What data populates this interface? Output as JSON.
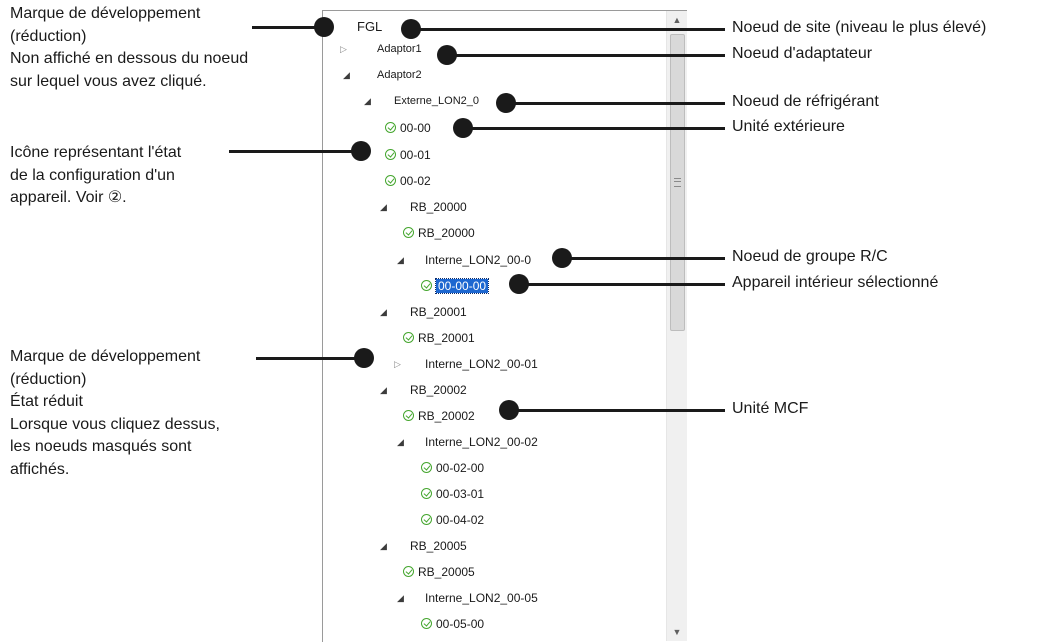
{
  "tree": {
    "root": "FGL",
    "nodes": {
      "adaptor1": "Adaptor1",
      "adaptor2": "Adaptor2",
      "externe": "Externe_LON2_0",
      "outdoor_00_00": "00-00",
      "outdoor_00_01": "00-01",
      "outdoor_00_02": "00-02",
      "rb_20000_group": "RB_20000",
      "rb_20000_unit": "RB_20000",
      "interne_00_0": "Interne_LON2_00-0",
      "indoor_selected": "00-00-00",
      "rb_20001_group": "RB_20001",
      "rb_20001_unit": "RB_20001",
      "interne_00_01": "Interne_LON2_00-01",
      "rb_20002_group": "RB_20002",
      "rb_20002_unit": "RB_20002",
      "interne_00_02": "Interne_LON2_00-02",
      "indoor_00_02_00": "00-02-00",
      "indoor_00_03_01": "00-03-01",
      "indoor_00_04_02": "00-04-02",
      "rb_20005_group": "RB_20005",
      "rb_20005_unit": "RB_20005",
      "interne_00_05": "Interne_LON2_00-05",
      "indoor_00_05_00": "00-05-00"
    }
  },
  "callouts": {
    "left1": [
      "Marque de développement",
      "(réduction)",
      "Non affiché en dessous du noeud",
      "sur lequel vous avez cliqué."
    ],
    "left2": [
      "Icône représentant l'état",
      "de la configuration d'un",
      "appareil. Voir ②."
    ],
    "left3": [
      "Marque de développement",
      "(réduction)",
      "État réduit",
      "Lorsque vous cliquez dessus,",
      "les noeuds masqués sont",
      "affichés."
    ],
    "right": {
      "site": "Noeud de site (niveau le plus élevé)",
      "adapter": "Noeud d'adaptateur",
      "refrigerant": "Noeud de réfrigérant",
      "outdoor": "Unité extérieure",
      "rc_group": "Noeud de groupe R/C",
      "selected_indoor": "Appareil intérieur sélectionné",
      "mcf": "Unité MCF"
    }
  },
  "colors": {
    "check": "#45a62f",
    "selection": "#1d67d0",
    "callout": "#1a1a1a"
  }
}
